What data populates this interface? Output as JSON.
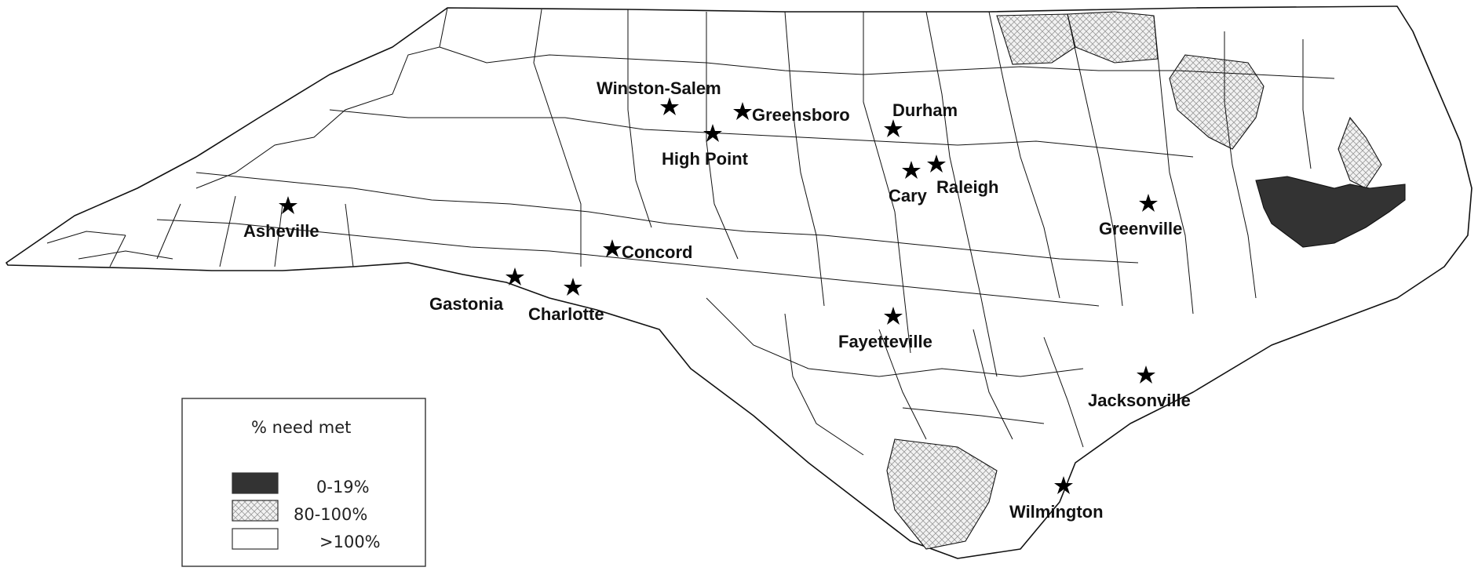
{
  "legend": {
    "title": "% need met",
    "items": [
      {
        "label": "0-19%",
        "style": "dark",
        "color": "#333333"
      },
      {
        "label": "80-100%",
        "style": "hatched",
        "color": "#dcdcdc"
      },
      {
        "label": ">100%",
        "style": "white",
        "color": "#ffffff"
      }
    ]
  },
  "cities": [
    {
      "id": "winston-salem",
      "name": "Winston-Salem"
    },
    {
      "id": "greensboro",
      "name": "Greensboro"
    },
    {
      "id": "durham",
      "name": "Durham"
    },
    {
      "id": "high-point",
      "name": "High Point"
    },
    {
      "id": "cary",
      "name": "Cary"
    },
    {
      "id": "raleigh",
      "name": "Raleigh"
    },
    {
      "id": "asheville",
      "name": "Asheville"
    },
    {
      "id": "greenville",
      "name": "Greenville"
    },
    {
      "id": "concord",
      "name": "Concord"
    },
    {
      "id": "gastonia",
      "name": "Gastonia"
    },
    {
      "id": "charlotte",
      "name": "Charlotte"
    },
    {
      "id": "fayetteville",
      "name": "Fayetteville"
    },
    {
      "id": "jacksonville",
      "name": "Jacksonville"
    },
    {
      "id": "wilmington",
      "name": "Wilmington"
    }
  ]
}
